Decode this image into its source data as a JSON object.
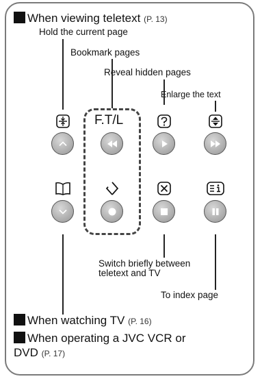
{
  "sections": [
    {
      "title": "When viewing teletext",
      "page": "(P. 13)"
    },
    {
      "title": "When watching TV",
      "page": "(P. 16)"
    },
    {
      "title": "When operating a JVC VCR or",
      "title2": "DVD",
      "page": "(P. 17)"
    }
  ],
  "annotations": {
    "hold": "Hold the current page",
    "bookmark": "Bookmark pages",
    "reveal": "Reveal hidden pages",
    "enlarge": "Enlarge the text",
    "switch_line1": "Switch briefly between",
    "switch_line2": "teletext and TV",
    "index": "To index page"
  },
  "keys": {
    "ftl": "F.T/L"
  },
  "icons": {
    "hold": "hold-page-icon",
    "reveal": "reveal-question-icon",
    "enlarge": "enlarge-text-icon",
    "index": "book-icon",
    "bookmark": "diamond-bookmark-icon",
    "cancel": "cancel-x-icon",
    "index_info": "index-info-icon"
  },
  "colors": {
    "border": "#7a7a7a",
    "button": "#a9a9a9"
  }
}
